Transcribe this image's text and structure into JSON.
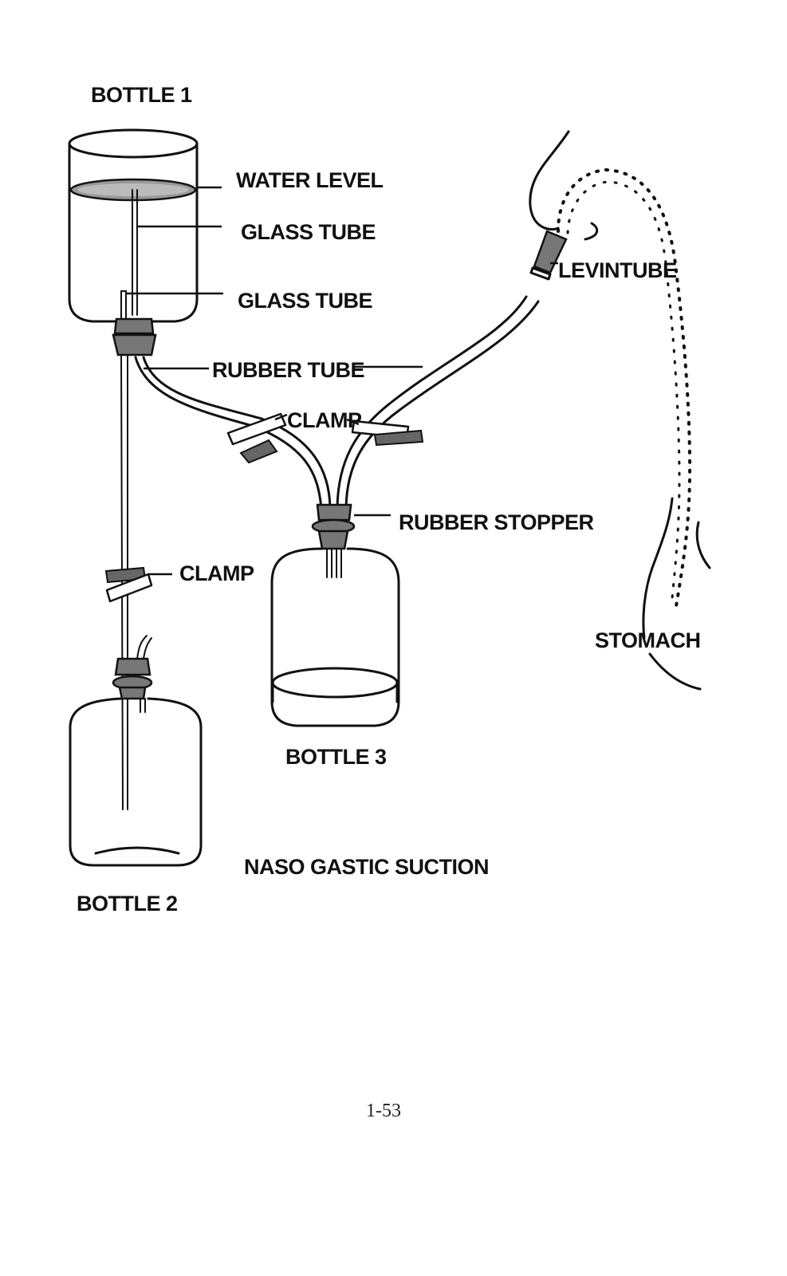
{
  "labels": {
    "bottle_1": "BOTTLE 1",
    "bottle_2": "BOTTLE 2",
    "bottle_3": "BOTTLE 3",
    "water_level": "WATER LEVEL",
    "glass_tube_1": "GLASS TUBE",
    "glass_tube_2": "GLASS TUBE",
    "rubber_tube": "RUBBER TUBE",
    "clamp_upper": "CLAMP",
    "clamp_lower": "CLAMP",
    "rubber_stopper": "RUBBER STOPPER",
    "levintube": "LEVINTUBE",
    "stomach": "STOMACH",
    "title": "NASO GASTIC SUCTION"
  },
  "page_number": "1-53"
}
